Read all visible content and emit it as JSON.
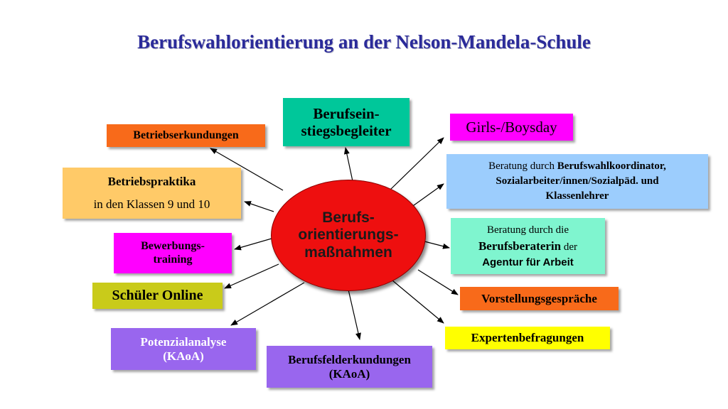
{
  "title": "Berufswahlorientierung an der Nelson-Mandela-Schule",
  "center": {
    "line1": "Berufs-",
    "line2": "orientierungs-",
    "line3": "maßnahmen"
  },
  "nodes": {
    "betriebserkundungen": {
      "text": "Betriebserkundungen"
    },
    "berufseinstieg": {
      "line1": "Berufsein-",
      "line2": "stiegsbegleiter"
    },
    "girls_boysday": {
      "text": "Girls-/Boysday"
    },
    "betriebspraktika": {
      "line1": "Betriebspraktika",
      "line2": "in den Klassen 9 und 10"
    },
    "beratung_koordinator": {
      "prefix": "Beratung durch ",
      "bold1": "Berufswahlkoordinator,",
      "line2": "Sozialarbeiter/innen/Sozialpäd. und",
      "line3": "Klassenlehrer"
    },
    "bewerbungstraining": {
      "line1": "Bewerbungs-",
      "line2": "training"
    },
    "beratung_agentur": {
      "line1": "Beratung durch die",
      "bold": "Berufsberaterin",
      "suffix": " der",
      "line3": "Agentur für Arbeit"
    },
    "schueler_online": {
      "text": "Schüler Online"
    },
    "vorstellungsgespraeche": {
      "text": "Vorstellungsgespräche"
    },
    "potenzialanalyse": {
      "line1": "Potenzialanalyse",
      "line2": "(KAoA)"
    },
    "expertenbefragungen": {
      "text": "Expertenbefragungen"
    },
    "berufsfelderkundungen": {
      "line1": "Berufsfelderkundungen",
      "line2": "(KAoA)"
    }
  },
  "colors": {
    "title": "#2b2b9a",
    "center": "#ee0f0f",
    "orange": "#f86a1a",
    "teal": "#00c79a",
    "magenta": "#ff00ff",
    "light_orange": "#ffca68",
    "light_blue": "#9ccdfd",
    "mint": "#7ff5cf",
    "olive": "#c9cb1a",
    "purple": "#9966ee",
    "yellow": "#ffff00"
  }
}
